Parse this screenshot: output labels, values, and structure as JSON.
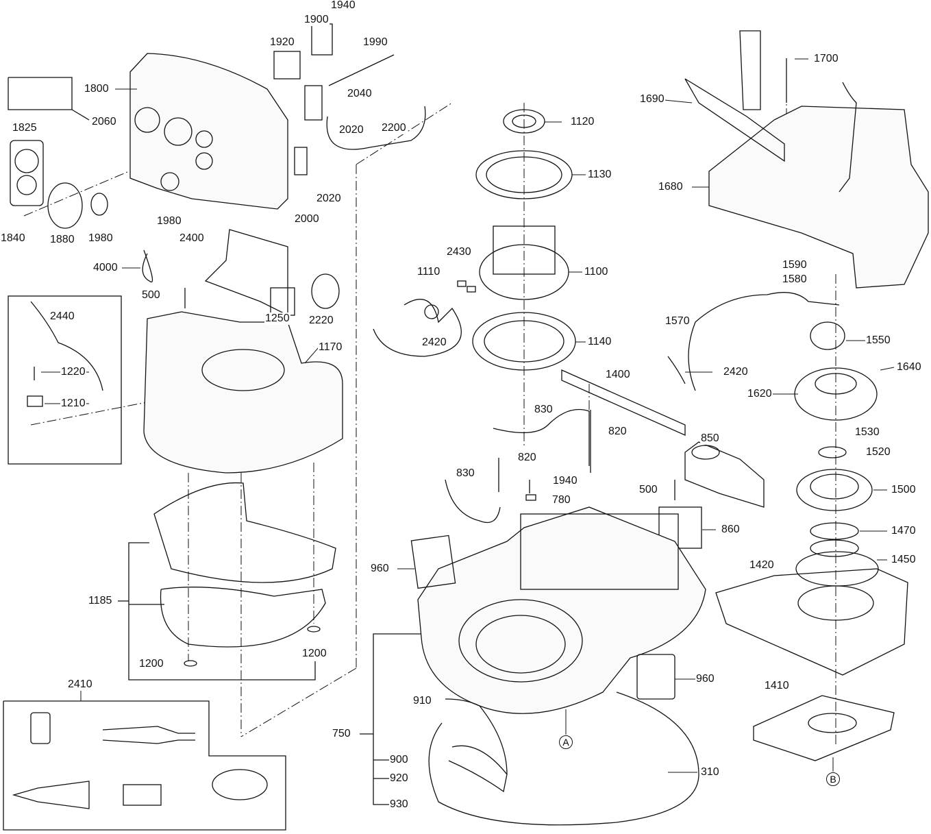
{
  "diagram": {
    "type": "exploded parts diagram",
    "part_labels": [
      "1940",
      "1900",
      "1920",
      "1990",
      "1800",
      "2040",
      "2060",
      "1825",
      "2020",
      "2200",
      "2020",
      "1840",
      "1880",
      "1980",
      "1980",
      "2000",
      "2400",
      "4000",
      "500",
      "1250",
      "2220",
      "2440",
      "1220",
      "1210",
      "1170",
      "1185",
      "1200",
      "1200",
      "2410",
      "1120",
      "1130",
      "2430",
      "1110",
      "1100",
      "2420",
      "1140",
      "1400",
      "830",
      "820",
      "820",
      "830",
      "1940",
      "780",
      "850",
      "500",
      "860",
      "960",
      "960",
      "910",
      "750",
      "900",
      "920",
      "930",
      "310",
      "1700",
      "1690",
      "1680",
      "1590",
      "1580",
      "1570",
      "1550",
      "2420",
      "1640",
      "1620",
      "1530",
      "1520",
      "1500",
      "1470",
      "1450",
      "1420",
      "1410"
    ],
    "reference_markers": [
      "A",
      "B"
    ]
  }
}
